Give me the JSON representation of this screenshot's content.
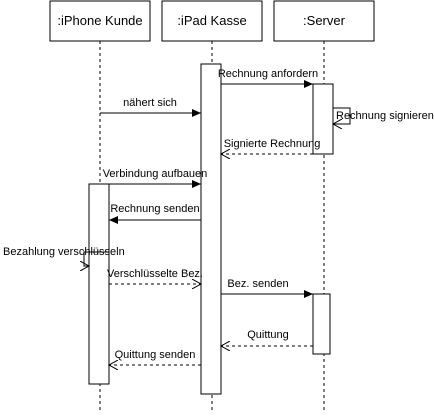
{
  "participants": [
    {
      "id": "iphone",
      "label": ":iPhone Kunde"
    },
    {
      "id": "ipad",
      "label": ":iPad Kasse"
    },
    {
      "id": "server",
      "label": ":Server"
    }
  ],
  "messages": {
    "rechnung_anfordern": "Rechnung anfordern",
    "naehert_sich": "nähert sich",
    "rechnung_signieren": "Rechnung signieren",
    "signierte_rechnung": "Signierte Rechnung",
    "verbindung_aufbauen": "Verbindung aufbauen",
    "rechnung_senden": "Rechnung senden",
    "bezahlung_verschluesseln": "Bezahlung verschlüsseln",
    "verschluesselte_bez": "Verschlüsselte Bez.",
    "bez_senden": "Bez. senden",
    "quittung": "Quittung",
    "quittung_senden": "Quittung senden"
  }
}
